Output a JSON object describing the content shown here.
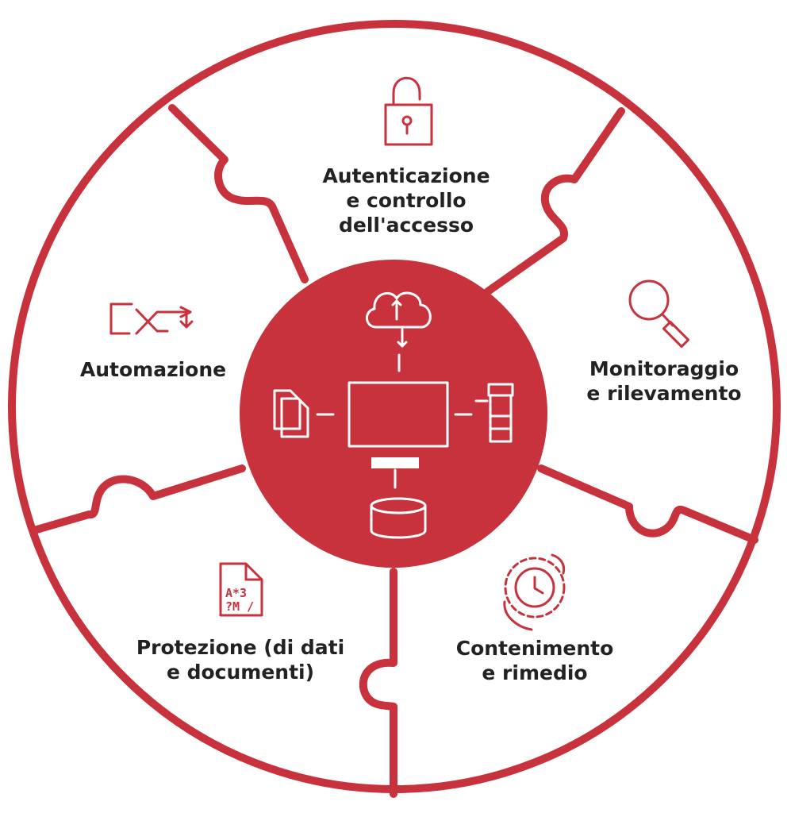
{
  "colors": {
    "accent": "#c8323c",
    "label": "#222222",
    "background": "#ffffff"
  },
  "segments": [
    {
      "id": "auth",
      "icon": "padlock-icon",
      "lines": [
        "Autenticazione",
        "e controllo",
        "dell'accesso"
      ]
    },
    {
      "id": "monitor",
      "icon": "magnifier-icon",
      "lines": [
        "Monitoraggio",
        "e rilevamento"
      ]
    },
    {
      "id": "contain",
      "icon": "gear-clock-icon",
      "lines": [
        "Contenimento",
        "e rimedio"
      ]
    },
    {
      "id": "protect",
      "icon": "encrypted-document-icon",
      "lines": [
        "Protezione (di dati",
        "e documenti)"
      ]
    },
    {
      "id": "auto",
      "icon": "shuffle-arrows-icon",
      "lines": [
        "Automazione"
      ]
    }
  ],
  "doc_icon_text": {
    "line1": "A*3",
    "line2": "?M /"
  },
  "center": {
    "icons": [
      "cloud-upload-download-icon",
      "monitor-icon",
      "documents-icon",
      "printer-icon",
      "database-icon"
    ]
  }
}
